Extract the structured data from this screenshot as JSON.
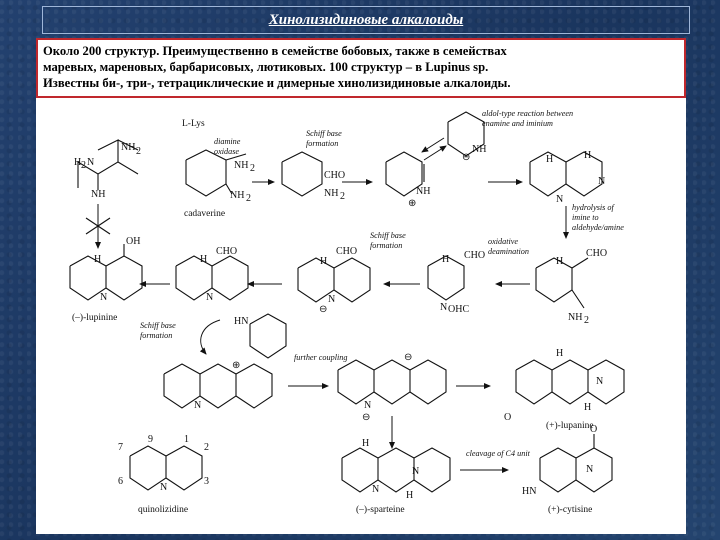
{
  "slide": {
    "title": "Хинолизидиновые алкалоиды",
    "description": {
      "line1": "Около 200 структур. Преимущественно в семействе бобовых, также в семействах",
      "line2": "маревых, мареновых, барбарисовых, лютиковых. 100 структур – в Lupinus sp.",
      "line3": "Известны би-, три-, тетрациклические и димерные хинолизидиновые алкалоиды."
    }
  },
  "scheme": {
    "start_label": "L-Lys",
    "cadaverine": "cadaverine",
    "step_diamine_oxidase_1": "diamine",
    "step_diamine_oxidase_2": "oxidase",
    "step_schiff_1_a": "Schiff base",
    "step_schiff_1_b": "formation",
    "step_aldol_1": "aldol-type reaction between",
    "step_aldol_2": "enamine and iminium",
    "step_hydrolysis_1": "hydrolysis of",
    "step_hydrolysis_2": "imine to",
    "step_hydrolysis_3": "aldehyde/amine",
    "step_oxidative_1": "oxidative",
    "step_oxidative_2": "deamination",
    "step_schiff_2_a": "Schiff base",
    "step_schiff_2_b": "formation",
    "lupinine": "(–)-lupinine",
    "step_schiff_3_a": "Schiff base",
    "step_schiff_3_b": "formation",
    "step_further_coupling": "further coupling",
    "lupanine": "(+)-lupanine",
    "step_cleavage": "cleavage of C4 unit",
    "quinolizidine": "quinolizidine",
    "sparteine": "(–)-sparteine",
    "cytisine": "(+)-cytisine"
  }
}
